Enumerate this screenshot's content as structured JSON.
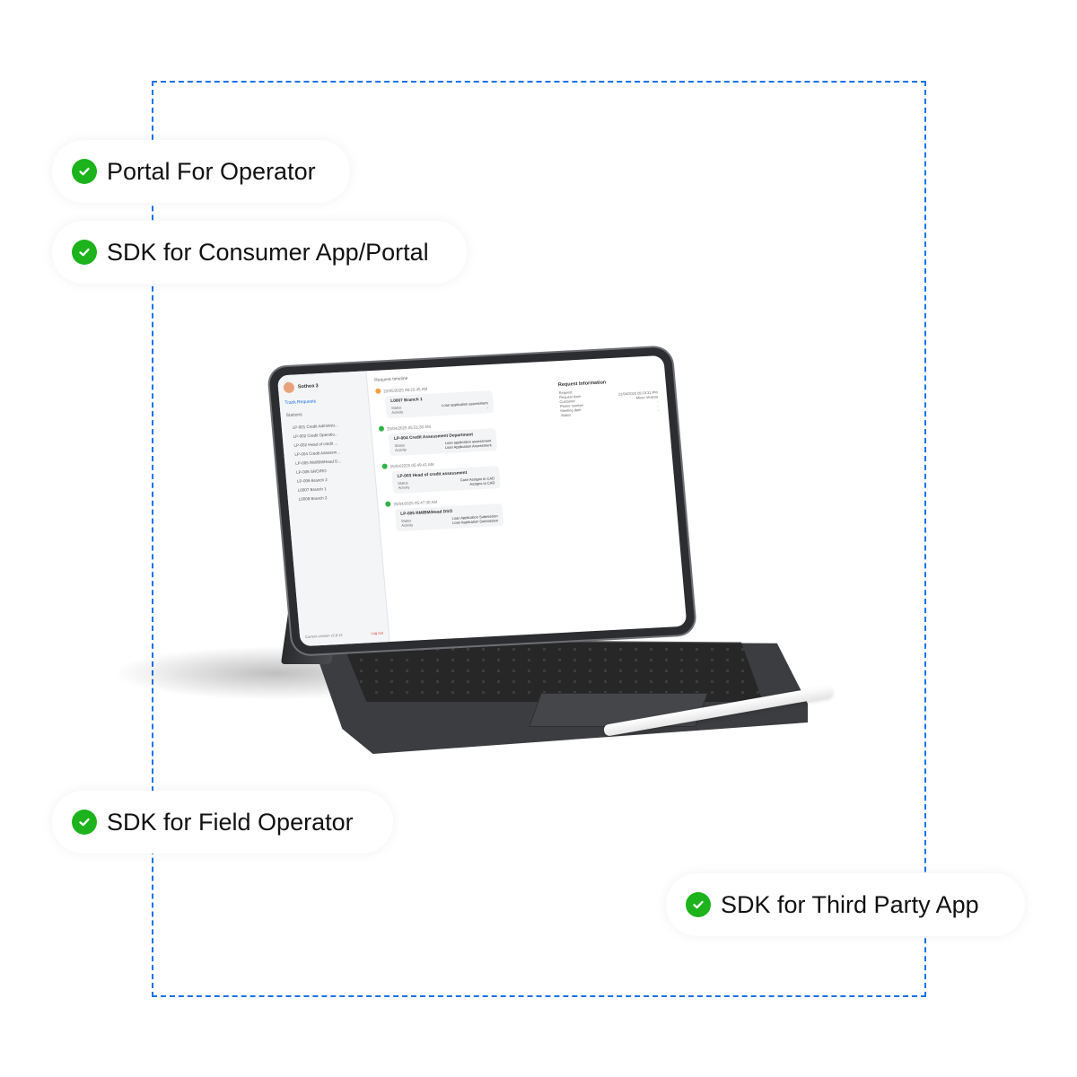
{
  "features": [
    {
      "label": "Portal For Operator"
    },
    {
      "label": "SDK for Consumer App/Portal"
    },
    {
      "label": "SDK for Field Operator"
    },
    {
      "label": "SDK for Third Party App"
    }
  ],
  "colors": {
    "frame": "#1a73e8",
    "check": "#1cb31c"
  },
  "icons": {
    "check": "check-circle-icon"
  },
  "device_screen": {
    "user_name": "Sothea 3",
    "nav_active": "Track Requests",
    "stations_label": "Stations",
    "stations": [
      "LP-001 Credit Administr...",
      "LP-002 Credit Operatio...",
      "LP-002 Head of credit ...",
      "LP-004 Credit Assessm...",
      "LP-005 RM/BM/Head D...",
      "LP-006 SRO/RO",
      "LP-006 Branch 2",
      "L0007 Branch 1",
      "L0008 Branch 2"
    ],
    "version": "Current version v2.8.12",
    "logout": "Log out",
    "breadcrumb": "Request timeline",
    "info_title": "Request Information",
    "info_rows": [
      {
        "k": "Request",
        "v": ""
      },
      {
        "k": "Request date",
        "v": "22/04/2025 09:10:31 PM"
      },
      {
        "k": "Customer",
        "v": "Mean Veasna"
      },
      {
        "k": "Phone number",
        "v": "-"
      },
      {
        "k": "Meeting date",
        "v": "-"
      },
      {
        "k": "Status",
        "v": "-"
      }
    ],
    "timeline": [
      {
        "date": "22/05/2025 08:22:45 AM",
        "title": "L0007 Branch 1",
        "status": "Loan application assessment",
        "activity": "-",
        "note": "-",
        "dot": "orange"
      },
      {
        "date": "25/04/2025 05:51:30 AM",
        "title": "LP-004 Credit Assessment Department",
        "status": "Loan application assessment",
        "activity": "Loan Application Assessment",
        "note": "-",
        "dot": "green"
      },
      {
        "date": "25/04/2025 05:49:41 AM",
        "title": "LP-003 Head of credit assessment",
        "status": "Case Assigns to CAD",
        "activity": "Assigns to CAD",
        "note": "-",
        "dot": "green"
      },
      {
        "date": "25/04/2025 05:47:30 AM",
        "title": "LP-005 RM/BM/Head DSO",
        "status": "Loan Application Submission",
        "activity": "Loan Application Submission",
        "note": "-",
        "dot": "green"
      }
    ]
  }
}
